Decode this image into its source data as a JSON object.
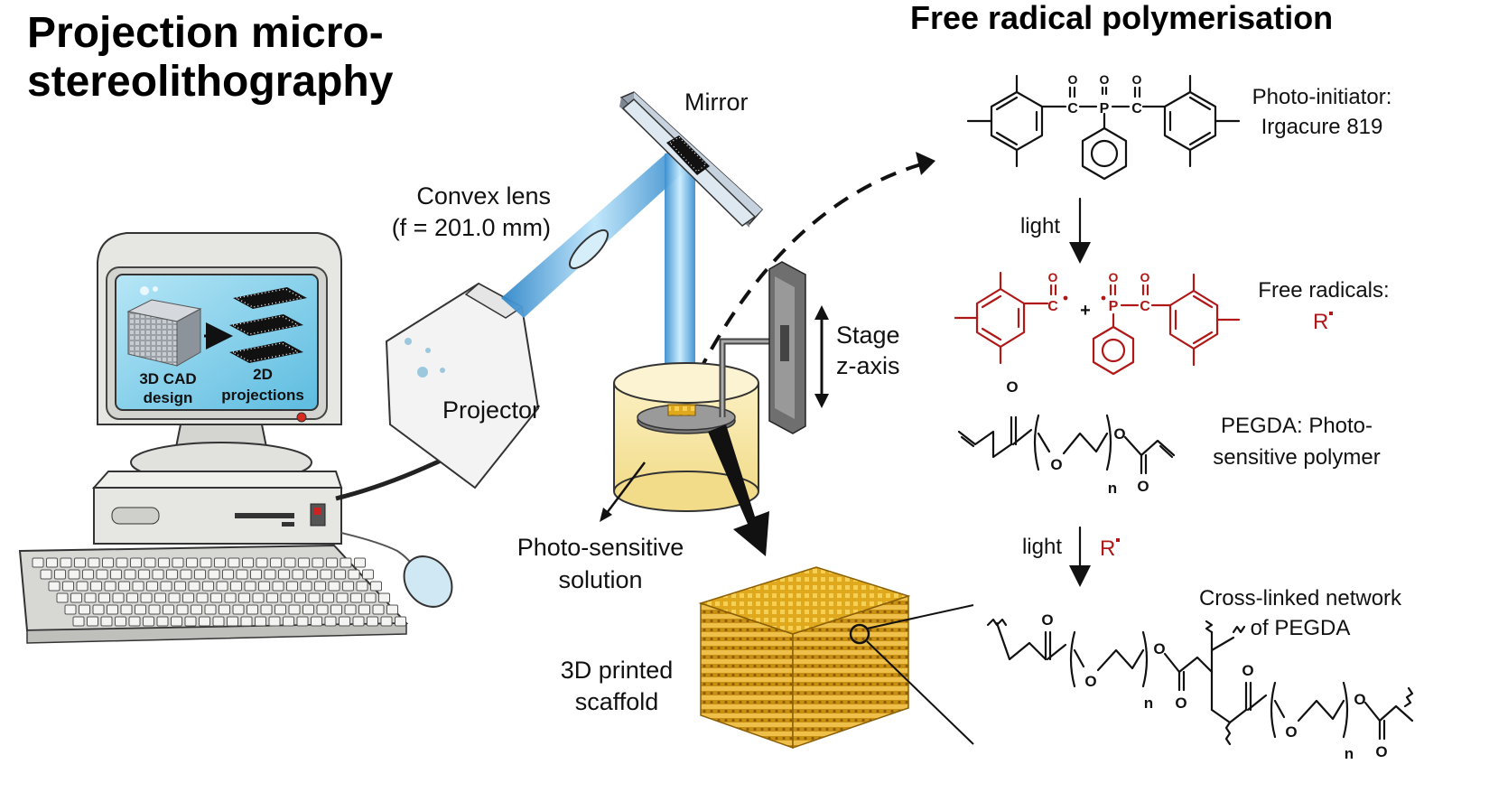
{
  "left_title": {
    "line1": "Projection micro-",
    "line2": "stereolithography"
  },
  "right_title": "Free radical polymerisation",
  "labels": {
    "mirror": "Mirror",
    "lens_line1": "Convex lens",
    "lens_line2": "(f = 201.0 mm)",
    "projector": "Projector",
    "stage_line1": "Stage",
    "stage_line2": "z-axis",
    "solution_line1": "Photo-sensitive",
    "solution_line2": "solution",
    "scaffold_line1": "3D printed",
    "scaffold_line2": "scaffold",
    "screen_cad_line1": "3D CAD",
    "screen_cad_line2": "design",
    "screen_proj_line1": "2D",
    "screen_proj_line2": "projections"
  },
  "chemistry": {
    "initiator_line1": "Photo-initiator:",
    "initiator_line2": "Irgacure 819",
    "light1": "light",
    "radicals_label": "Free radicals:",
    "radical_symbol": "R",
    "pegda_line1": "PEGDA: Photo-",
    "pegda_line2": "sensitive polymer",
    "light2": "light",
    "radical2": "R",
    "network_line1": "Cross-linked network",
    "network_line2": "of PEGDA",
    "atoms": {
      "C": "C",
      "P": "P",
      "O": "O",
      "n": "n",
      "plus": "+"
    }
  },
  "colors": {
    "beam": "#4aa3e0",
    "scaffold": "#e8b52c",
    "radical_red": "#b01818",
    "resin": "#f6e7a8",
    "screen": "#8fd3ee"
  }
}
